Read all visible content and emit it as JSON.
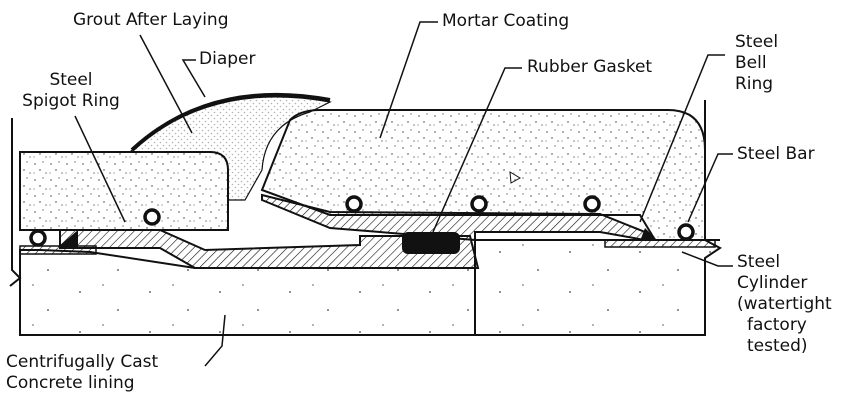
{
  "labels": {
    "grout": "Grout After Laying",
    "diaper": "Diaper",
    "mortar": "Mortar Coating",
    "gasket": "Rubber Gasket",
    "spigot_line1": "Steel",
    "spigot_line2": "Spigot Ring",
    "bell_line1": "Steel",
    "bell_line2": "Bell",
    "bell_line3": "Ring",
    "steel_bar": "Steel Bar",
    "cylinder_line1": "Steel",
    "cylinder_line2": "Cylinder",
    "cylinder_line3": "(watertight",
    "cylinder_line4": "factory",
    "cylinder_line5": "tested)",
    "lining_line1": "Centrifugally Cast",
    "lining_line2": "Concrete lining"
  },
  "colors": {
    "ink": "#111111",
    "steel_fill": "#d6d6d6",
    "background": "#ffffff"
  }
}
